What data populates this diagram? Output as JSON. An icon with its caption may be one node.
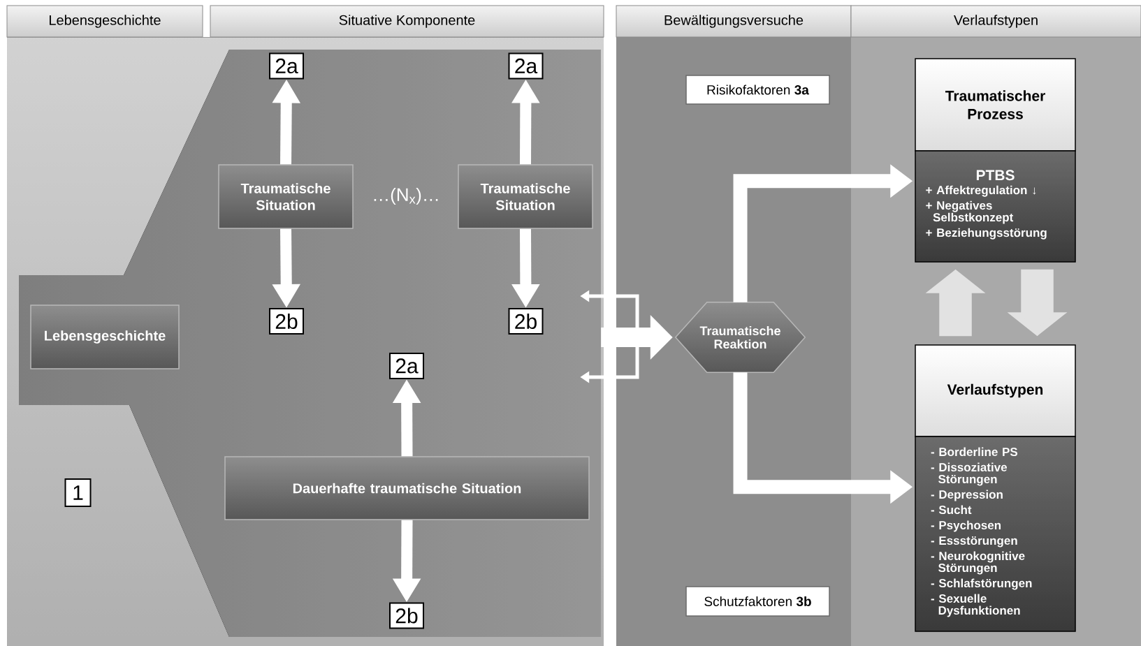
{
  "diagram": {
    "nodes": [
      {
        "text": [
          "Lebensgeschichte"
        ]
      },
      {
        "text": [
          "Situative Komponente"
        ]
      },
      {
        "text": [
          "Bewältigungsversuche"
        ]
      },
      {
        "text": [
          "Verlaufstypen"
        ]
      },
      {
        "text": [],
        "shape": "box"
      },
      {
        "text": [
          "Lebensgeschichte"
        ],
        "in": 4
      },
      {
        "text": [
          "2a"
        ],
        "in": 4
      },
      {
        "text": [
          "Traumatische Situation"
        ],
        "in": 4
      },
      {
        "text": [
          "2b"
        ],
        "in": 4
      },
      {
        "text": [
          "2a"
        ],
        "in": 4
      },
      {
        "text": [
          "Traumatische Situation"
        ],
        "in": 4
      },
      {
        "text": [
          "2b"
        ],
        "in": 4
      },
      {
        "text": [
          "2a"
        ],
        "in": 4
      },
      {
        "text": [
          "Dauerhafte traumatische Situation"
        ],
        "in": 4
      },
      {
        "text": [
          "2b"
        ],
        "in": 4
      },
      {
        "text": [
          "1"
        ]
      },
      {
        "text": [
          "Risikofaktoren **3a**"
        ]
      },
      {
        "text": [
          "Traumatische Reaktion"
        ]
      },
      {
        "text": [
          "Schutzfaktoren **3b**"
        ]
      },
      {
        "text": [
          "Traumatischer Prozess"
        ]
      },
      {
        "text": [
          "PTBS",
          "+ Affektregulation ↓",
          "+ Negatives Selbstkonzept",
          "+ Beziehungsstörung"
        ]
      },
      {
        "text": [
          "Verlaufstypen"
        ]
      },
      {
        "text": [
          "- Borderline PS",
          "- Dissoziative Störungen",
          "- Depression",
          "- Sucht",
          "- Psychosen",
          "- Essstörungen",
          "- Neurokognitive Störungen",
          "- Schlafstörungen",
          "- Sexuelle Dysfunktionen"
        ]
      }
    ],
    "edges": [
      {
        "from": 7,
        "to": 6,
        "arrow": "to"
      },
      {
        "from": 7,
        "to": 8,
        "arrow": "to"
      },
      {
        "from": 10,
        "to": 9,
        "arrow": "to"
      },
      {
        "from": 10,
        "to": 11,
        "arrow": "to"
      },
      {
        "from": 13,
        "to": 12,
        "arrow": "to"
      },
      {
        "from": 13,
        "to": 14,
        "arrow": "to"
      },
      {
        "from": 4,
        "to": 17,
        "arrow": "to"
      },
      {
        "from": null,
        "to": 4,
        "arrow": "to"
      },
      {
        "from": null,
        "to": 4,
        "arrow": "to"
      },
      {
        "from": 17,
        "to": 20,
        "arrow": "to"
      },
      {
        "from": 17,
        "to": 22,
        "arrow": "to"
      },
      {
        "from": 21,
        "to": 20,
        "arrow": "to",
        "style": "thick",
        "color": "#e2e2e2"
      },
      {
        "from": 20,
        "to": 21,
        "arrow": "to",
        "style": "thick",
        "color": "#e2e2e2"
      }
    ],
    "labels": [
      "…(N$_{x}$)…"
    ]
  }
}
